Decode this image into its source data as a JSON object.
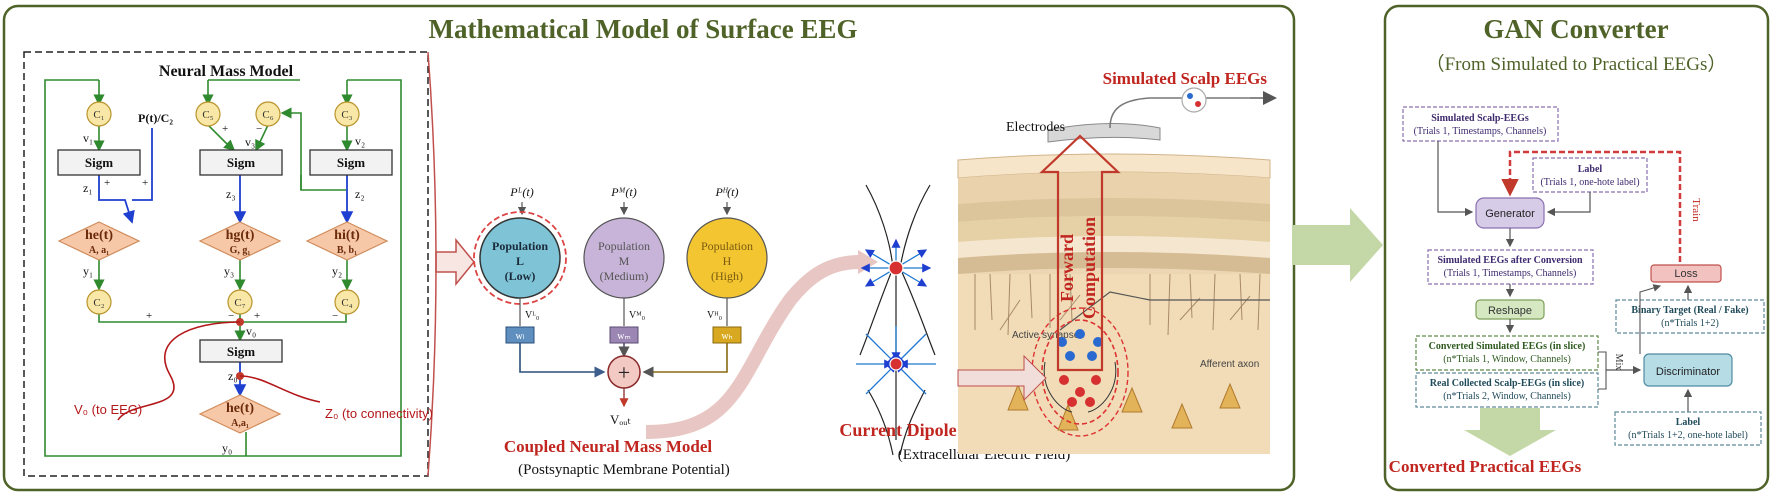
{
  "main_panel": {
    "title": "Mathematical Model of Surface EEG"
  },
  "gan_panel": {
    "title": "GAN Converter",
    "subtitle": "（From Simulated to Practical EEGs）"
  },
  "nmm": {
    "title": "Neural Mass Model",
    "c_nodes": [
      "C₁",
      "C₅",
      "C₆",
      "C₃",
      "C₂",
      "C₇",
      "C₄"
    ],
    "sigm": "Sigm",
    "input_label": "P(t)/C₂",
    "kernels": [
      {
        "name": "he(t)",
        "params": "A, a₁"
      },
      {
        "name": "hg(t)",
        "params": "G, g₁"
      },
      {
        "name": "hi(t)",
        "params": "B, b₁"
      },
      {
        "name": "he(t)",
        "params": "A,a₁"
      }
    ],
    "vars": [
      "v₁",
      "v₃",
      "v₂",
      "z₁",
      "z₃",
      "z₂",
      "y₁",
      "y₃",
      "y₂",
      "v₀",
      "z₀",
      "y₀"
    ],
    "signs": [
      "+",
      "+",
      "+",
      "−",
      "+",
      "−",
      "+",
      "−"
    ],
    "v0_label": "V₀ (to EEG)",
    "z0_label": "Z₀ (to connectivity)"
  },
  "coupled": {
    "inputs": [
      "Pᴸ(t)",
      "Pᴹ(t)",
      "Pᴴ(t)"
    ],
    "populations": [
      {
        "line1": "Population",
        "line2": "L",
        "line3": "(Low)",
        "color": "#7ec3d6"
      },
      {
        "line1": "Population",
        "line2": "M",
        "line3": "(Medium)",
        "color": "#c7b4d8"
      },
      {
        "line1": "Population",
        "line2": "H",
        "line3": "(High)",
        "color": "#f2c531"
      }
    ],
    "v_labels": [
      "Vᴸ₀",
      "Vᴹ₀",
      "Vᴴ₀"
    ],
    "weights": [
      "wₗ",
      "wₘ",
      "wₕ"
    ],
    "sum": "+",
    "output": "Vₒᵤₜ",
    "caption_title": "Coupled Neural Mass Model",
    "caption_sub": "(Postsynaptic Membrane Potential)"
  },
  "dipole": {
    "caption_title": "Current Dipole",
    "caption_sub": "(Extracellular Electric Field)",
    "electrodes": "Electrodes",
    "forward": [
      "Forward",
      "Computation"
    ],
    "active_synapses": "Active synapses",
    "afferent_axon": "Afferent axon",
    "simulated_scalp": "Simulated Scalp EEGs"
  },
  "gan": {
    "sim_input": [
      "Simulated Scalp-EEGs",
      "(Trials 1, Timestamps, Channels)"
    ],
    "label_top": [
      "Label",
      "(Trials 1, one-hote label)"
    ],
    "generator": "Generator",
    "train": "Train",
    "sim_after": [
      "Simulated EEGs after Conversion",
      "(Trials 1, Timestamps, Channels)"
    ],
    "reshape": "Reshape",
    "loss": "Loss",
    "converted_slice": [
      "Converted Simulated EEGs (in slice)",
      "(n*Trials 1, Window, Channels)"
    ],
    "real_slice": [
      "Real Collected Scalp-EEGs (in slice)",
      "(n*Trials 2, Window, Channels)"
    ],
    "mix": "Mix",
    "binary": [
      "Binary Target (Real / Fake)",
      "(n*Trials 1+2)"
    ],
    "discriminator": "Discriminator",
    "label_bottom": [
      "Label",
      "(n*Trials 1+2, one-hote label)"
    ],
    "output": "Converted Practical EEGs"
  }
}
